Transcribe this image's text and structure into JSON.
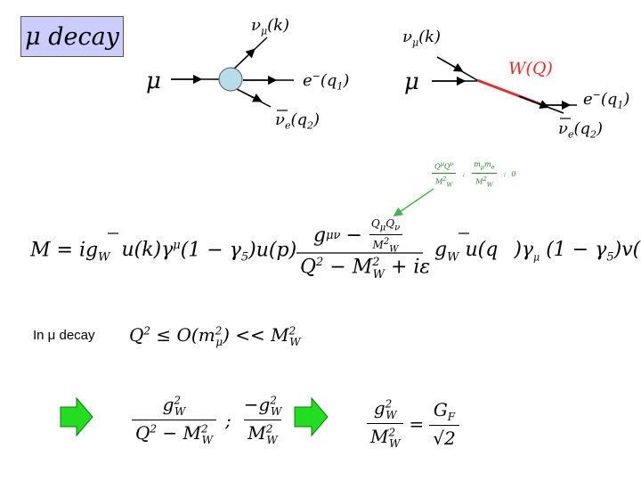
{
  "title": "μ decay",
  "diagram_left": {
    "in_particle": "μ",
    "nu_mu": "ν",
    "nu_mu_sub": "μ",
    "nu_mu_arg": "(k)",
    "electron": "e",
    "electron_sup": "−",
    "electron_arg": "(q",
    "electron_sub": "1",
    "nu_e": "ν",
    "nu_e_sub": "e",
    "nu_e_arg": "(q",
    "nu_e_arg_sub": "2"
  },
  "diagram_right": {
    "in_particle": "μ",
    "nu_mu": "ν",
    "nu_mu_sub": "μ",
    "nu_mu_arg": "(k)",
    "w_boson": "W(Q)",
    "electron": "e",
    "electron_sup": "−",
    "electron_arg": "(q",
    "electron_sub": "1",
    "nu_e": "ν",
    "nu_e_sub": "e",
    "nu_e_arg": "(q",
    "nu_e_arg_sub": "2"
  },
  "approx_note": {
    "lhs_num": "Q",
    "lhs_den": "M",
    "rhs_num": "m",
    "rhs_den": "M",
    "sep": ":",
    "zero": "0"
  },
  "amplitude": {
    "lhs": "M = ig",
    "u_k": "u(k)γ",
    "proj1": "(1 − γ",
    "u_p": ")u(p)",
    "prop_num_g": "g",
    "prop_num_sub": "μν",
    "prop_minus": "−",
    "prop_inner_num": "Q",
    "prop_inner_den": "M",
    "prop_den": "Q",
    "prop_den_rest": "− M",
    "prop_den_tail": "+ iε",
    "right_g": "g",
    "right_u": "u(q",
    "right_gamma": ")γ",
    "right_proj": "(1 − γ",
    "right_v": ")v(p)"
  },
  "condition": {
    "label": "In μ decay",
    "expr_a": "Q",
    "expr_b": "≤ O(m",
    "expr_c": ") << M"
  },
  "result": {
    "frac1_num": "g",
    "frac1_den": "Q",
    "frac1_den_rest": "− M",
    "semicolon": ";",
    "frac2_num": "−g",
    "frac2_den": "M",
    "final_num": "g",
    "final_den": "M",
    "eq": "=",
    "gf_num": "G",
    "gf_den": "√2"
  },
  "colors": {
    "title_bg": "#ccccff",
    "vertex": "#b7dde8",
    "w_line": "#e03030",
    "pointer": "#4caf50",
    "arrow_green": "#22dd22"
  }
}
